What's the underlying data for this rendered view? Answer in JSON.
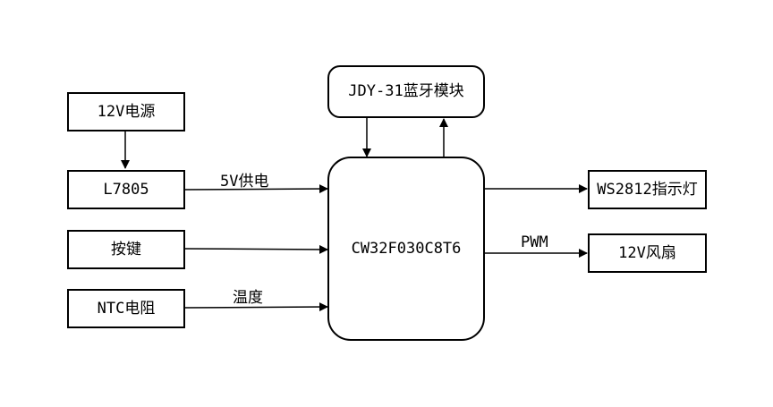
{
  "nodes": {
    "psu": "12V电源",
    "regulator": "L7805",
    "button": "按键",
    "ntc": "NTC电阻",
    "bluetooth": "JDY-31蓝牙模块",
    "mcu": "CW32F030C8T6",
    "led": "WS2812指示灯",
    "fan": "12V风扇"
  },
  "edge_labels": {
    "power": "5V供电",
    "temperature": "温度",
    "pwm": "PWM"
  }
}
